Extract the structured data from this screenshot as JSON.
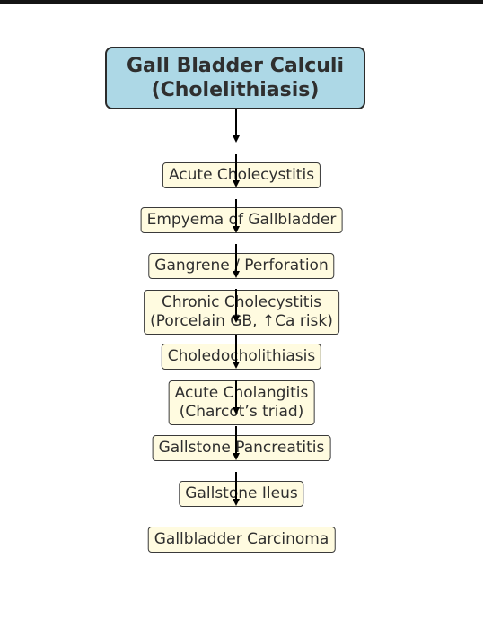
{
  "title": {
    "line1": "Gall Bladder Calculi",
    "line2": "(Cholelithiasis)"
  },
  "nodes": [
    {
      "lines": [
        "Acute Cholecystitis"
      ]
    },
    {
      "lines": [
        "Empyema of Gallbladder"
      ]
    },
    {
      "lines": [
        "Gangrene / Perforation"
      ]
    },
    {
      "lines": [
        "Chronic Cholecystitis",
        "(Porcelain GB, ↑Ca risk)"
      ]
    },
    {
      "lines": [
        "Choledocholithiasis"
      ]
    },
    {
      "lines": [
        "Acute Cholangitis",
        "(Charcot’s triad)"
      ]
    },
    {
      "lines": [
        "Gallstone Pancreatitis"
      ]
    },
    {
      "lines": [
        "Gallstone Ileus"
      ]
    },
    {
      "lines": [
        "Gallbladder Carcinoma"
      ]
    }
  ],
  "colors": {
    "title_fill": "#add8e6",
    "node_fill": "#fffbe0",
    "arrow": "#000000"
  }
}
